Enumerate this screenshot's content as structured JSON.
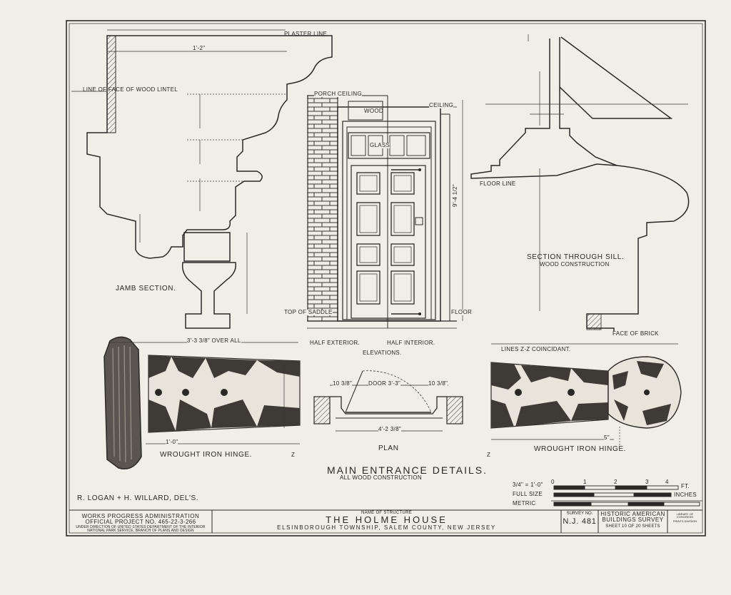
{
  "labels": {
    "plaster_line": "PLASTER LINE",
    "lintel_face": "LINE OF FACE OF WOOD LINTEL",
    "jamb_dim": "1'-2\"",
    "jamb_section": "JAMB SECTION.",
    "porch_ceiling": "PORCH CEILING",
    "ceiling": "CEILING",
    "wood": "WOOD",
    "glass": "GLASS",
    "top_of_saddle": "TOP OF SADDLE",
    "floor": "FLOOR",
    "half_exterior": "HALF EXTERIOR.",
    "half_interior": "HALF INTERIOR.",
    "elevations": "ELEVATIONS.",
    "door_height": "9'-4 1/2\"",
    "floor_line": "FLOOR LINE",
    "section_through_sill": "SECTION THROUGH SILL.",
    "wood_construction": "WOOD CONSTRUCTION",
    "face_of_brick": "FACE OF BRICK",
    "over_all": "3'-3 3/8\" OVER ALL",
    "wrought_iron_hinge_left": "WROUGHT IRON HINGE.",
    "lines_coincident": "LINES Z-Z COINCIDANT.",
    "wrought_iron_hinge_right": "WROUGHT IRON HINGE.",
    "plan_door": "DOOR 3'-3\"",
    "plan_left": "10 3/8\"",
    "plan_right": "10 3/8\"",
    "plan_width": "4'-2 3/8\"",
    "plan": "PLAN",
    "main_title": "MAIN ENTRANCE DETAILS.",
    "main_subtitle": "ALL WOOD CONSTRUCTION",
    "delineators": "R. LOGAN + H. WILLARD, DEL'S.",
    "z_left": "Z",
    "z_right": "Z",
    "hinge_dim_left": "1'-0\"",
    "hinge_dim_right": "5\""
  },
  "scales": {
    "ratio": "3/4\" = 1'-0\"",
    "full_size": "FULL SIZE",
    "metric": "METRIC",
    "feet": "FT.",
    "inches": "INCHES",
    "ticks": [
      "0",
      "1",
      "2",
      "3",
      "4"
    ]
  },
  "title_block": {
    "wpa_line1": "WORKS PROGRESS ADMINISTRATION",
    "wpa_line2": "OFFICIAL PROJECT NO. 465-22-3-266",
    "wpa_line3": "UNDER DIRECTION OF UNITED STATES DEPARTMENT OF THE INTERIOR",
    "wpa_line4": "NATIONAL PARK SERVICE, BRANCH OF PLANS AND DESIGN",
    "name_label": "NAME OF STRUCTURE",
    "structure_name": "THE HOLME HOUSE",
    "location": "ELSINBOROUGH TOWNSHIP, SALEM COUNTY, NEW JERSEY",
    "survey_label": "SURVEY NO.",
    "survey_no": "N.J. 481",
    "habs_line1": "HISTORIC AMERICAN",
    "habs_line2": "BUILDINGS SURVEY",
    "sheet": "SHEET 10 OF 20 SHEETS",
    "copyright_line1": "LIBRARY OF CONGRESS",
    "copyright_line2": "PRINTS DIVISION"
  }
}
